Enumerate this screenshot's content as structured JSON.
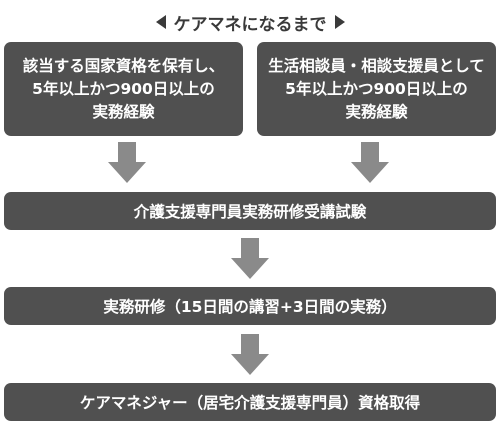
{
  "header": {
    "title": "ケアマネになるまで"
  },
  "paths": [
    {
      "lines": [
        "該当する国家資格を保有し、",
        "5年以上かつ900日以上の",
        "実務経験"
      ]
    },
    {
      "lines": [
        "生活相談員・相談支援員として",
        "5年以上かつ900日以上の",
        "実務経験"
      ]
    }
  ],
  "steps": [
    {
      "label": "介護支援専門員実務研修受講試験"
    },
    {
      "label": "実務研修（15日間の講習+3日間の実務）"
    },
    {
      "label": "ケアマネジャー（居宅介護支援専門員）資格取得"
    }
  ],
  "colors": {
    "box": "#505050",
    "arrow": "#8a8a8a",
    "text_on_box": "#ffffff",
    "title": "#3a3a3a"
  }
}
